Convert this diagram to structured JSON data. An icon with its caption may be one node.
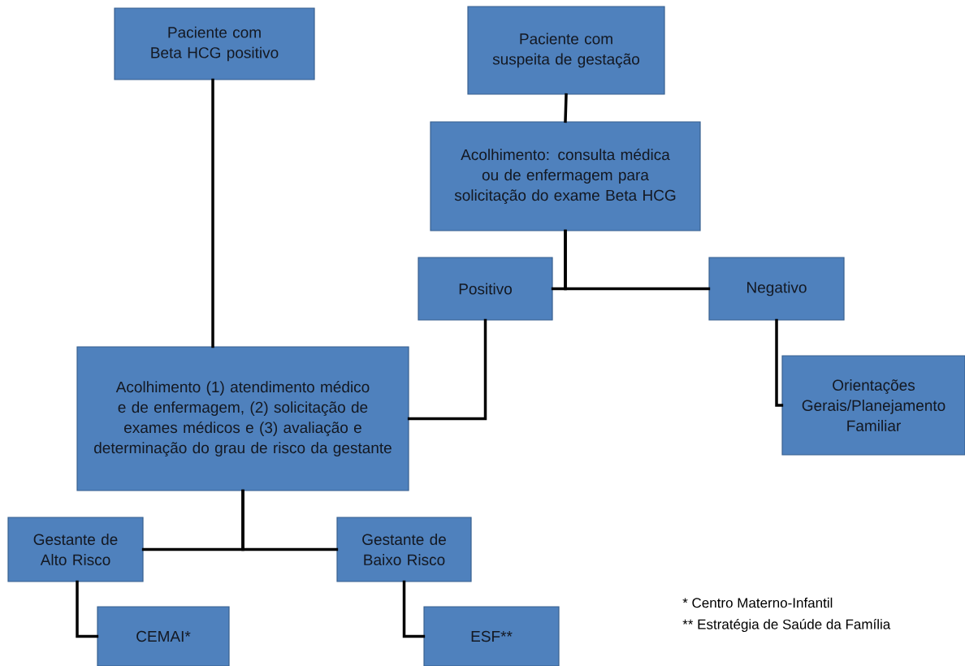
{
  "diagram": {
    "nodes": [
      {
        "text": [
          "Paciente com Beta HCG positivo"
        ]
      },
      {
        "text": [
          "Paciente com suspeita de gestação"
        ]
      },
      {
        "text": [
          "Acolhimento: consulta médica ou de enfermagem para solicitação do exame Beta HCG"
        ]
      },
      {
        "text": [
          "Positivo"
        ]
      },
      {
        "text": [
          "Negativo"
        ]
      },
      {
        "text": [
          "Orientações Gerais/Planejamento Familiar"
        ]
      },
      {
        "text": [
          "Acolhimento (1) atendimento médico e de enfermagem, (2) solicitação de exames médicos e (3) avaliação e determinação do grau de risco da gestante"
        ]
      },
      {
        "text": [
          "Gestante de Alto Risco"
        ]
      },
      {
        "text": [
          "Gestante de Baixo Risco"
        ]
      },
      {
        "text": [
          "CEMAI*"
        ]
      },
      {
        "text": [
          "ESF**"
        ]
      }
    ],
    "edges": [
      {
        "from": 0,
        "to": 6,
        "arrow": "none"
      },
      {
        "from": 1,
        "to": 2,
        "arrow": "none"
      },
      {
        "from": 2,
        "to": 3,
        "arrow": "none"
      },
      {
        "from": 2,
        "to": 4,
        "arrow": "none"
      },
      {
        "from": 3,
        "to": 6,
        "arrow": "none"
      },
      {
        "from": 4,
        "to": 5,
        "arrow": "none"
      },
      {
        "from": 6,
        "to": 7,
        "arrow": "none"
      },
      {
        "from": 6,
        "to": 8,
        "arrow": "none"
      },
      {
        "from": 7,
        "to": 9,
        "arrow": "none"
      },
      {
        "from": 8,
        "to": 10,
        "arrow": "none"
      }
    ],
    "labels": [
      "* Centro Materno-Infantil",
      "** Estratégia de Saúde da Família"
    ]
  }
}
